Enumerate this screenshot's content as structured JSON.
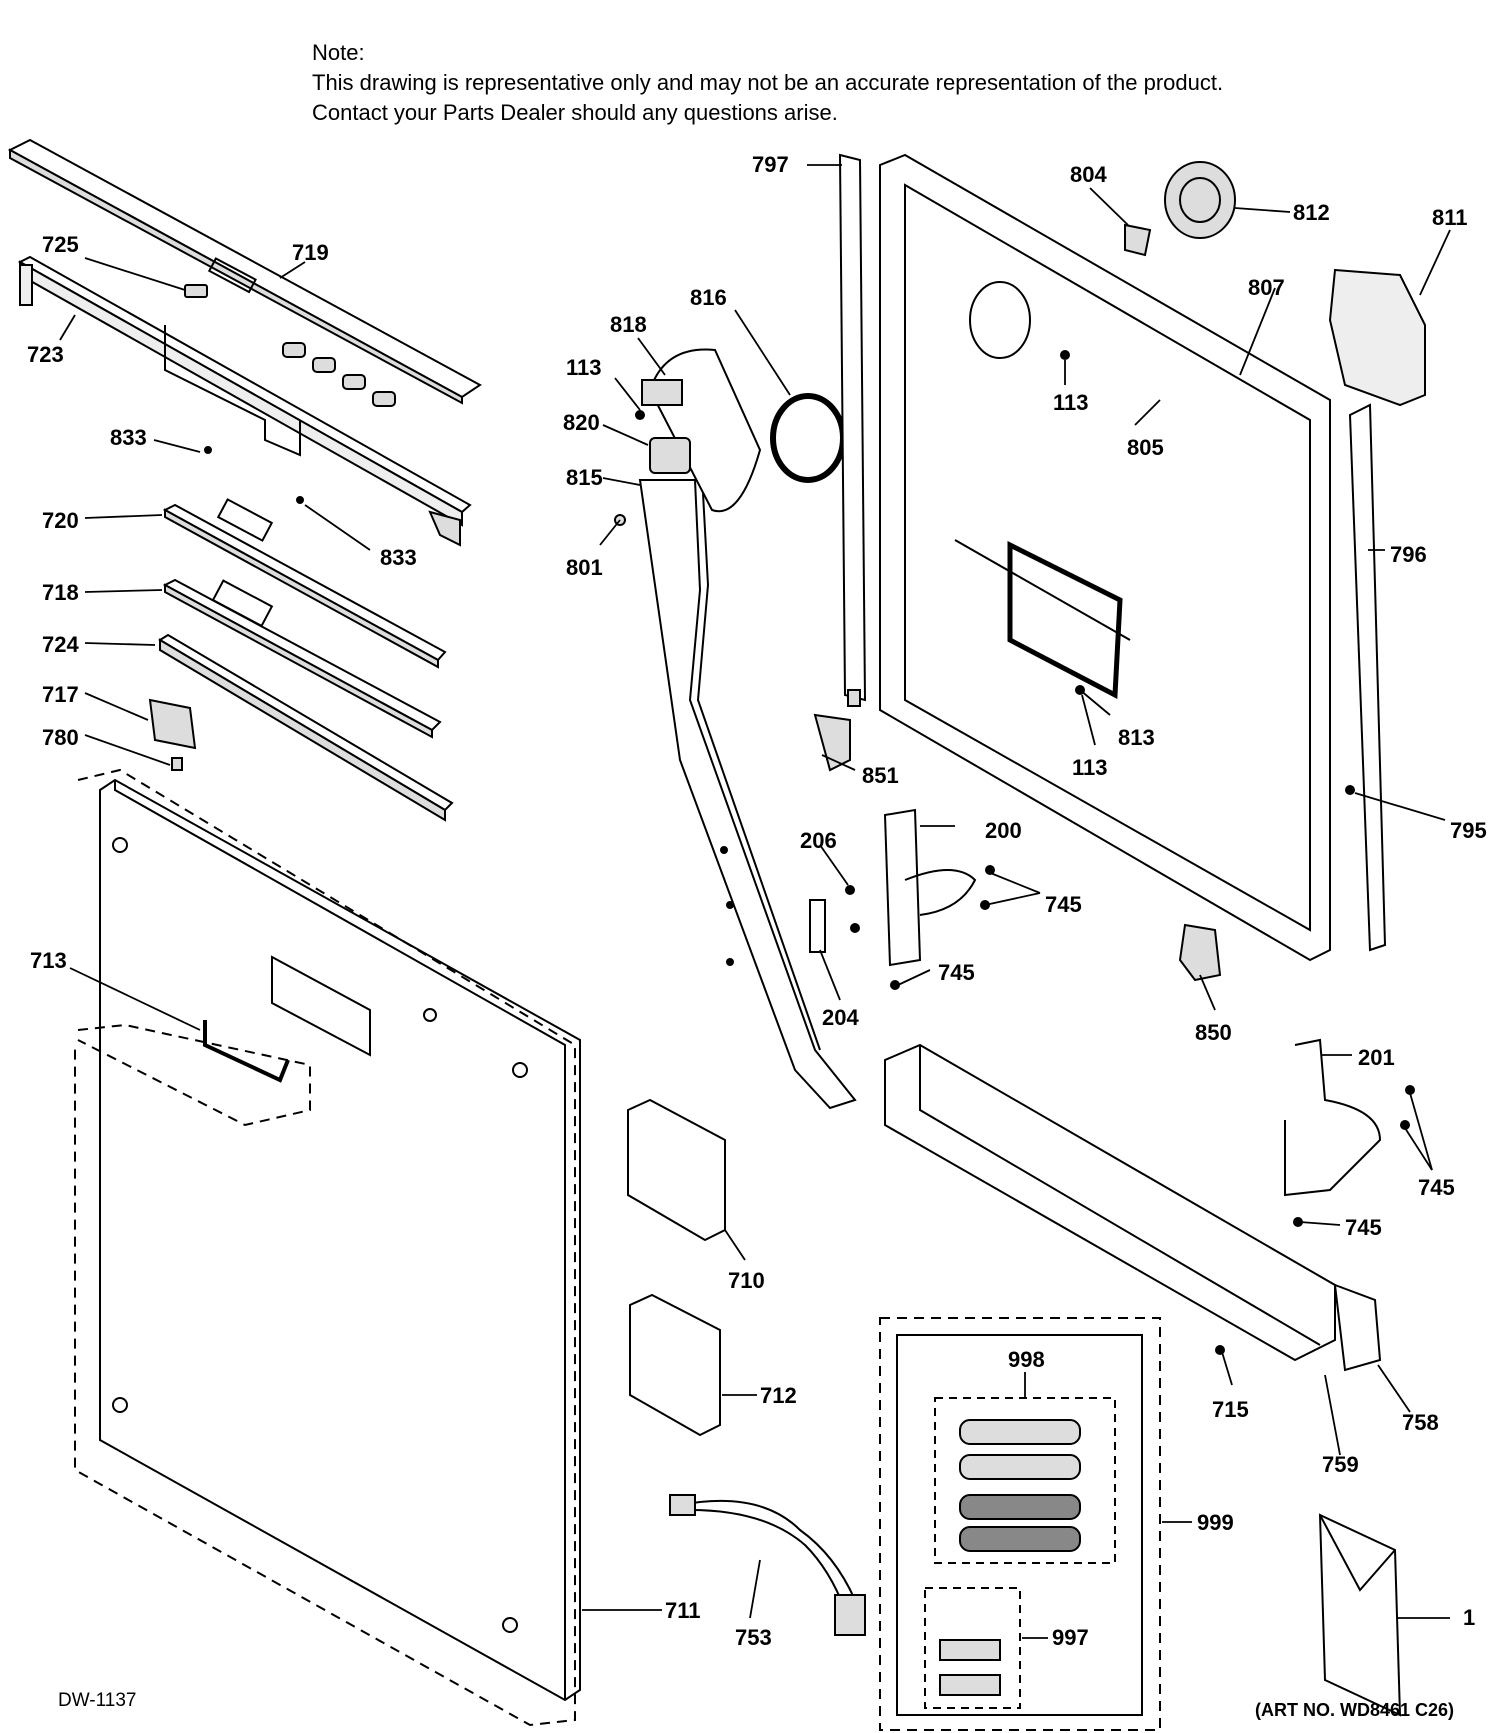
{
  "note": {
    "heading": "Note:",
    "line1": "This drawing is representative only and may not be an accurate representation of the product.",
    "line2": "Contact your Parts Dealer should any questions arise."
  },
  "footer": {
    "drawing_id": "DW-1137",
    "art_no": "(ART NO. WD8461 C26)"
  },
  "part_labels": [
    "797",
    "804",
    "812",
    "811",
    "725",
    "719",
    "723",
    "816",
    "818",
    "807",
    "113",
    "820",
    "113",
    "805",
    "815",
    "833",
    "833",
    "720",
    "801",
    "796",
    "718",
    "724",
    "717",
    "780",
    "851",
    "206",
    "200",
    "795",
    "745",
    "745",
    "813",
    "113",
    "713",
    "204",
    "850",
    "201",
    "745",
    "745",
    "710",
    "712",
    "998",
    "999",
    "715",
    "758",
    "759",
    "997",
    "753",
    "711",
    "1"
  ]
}
